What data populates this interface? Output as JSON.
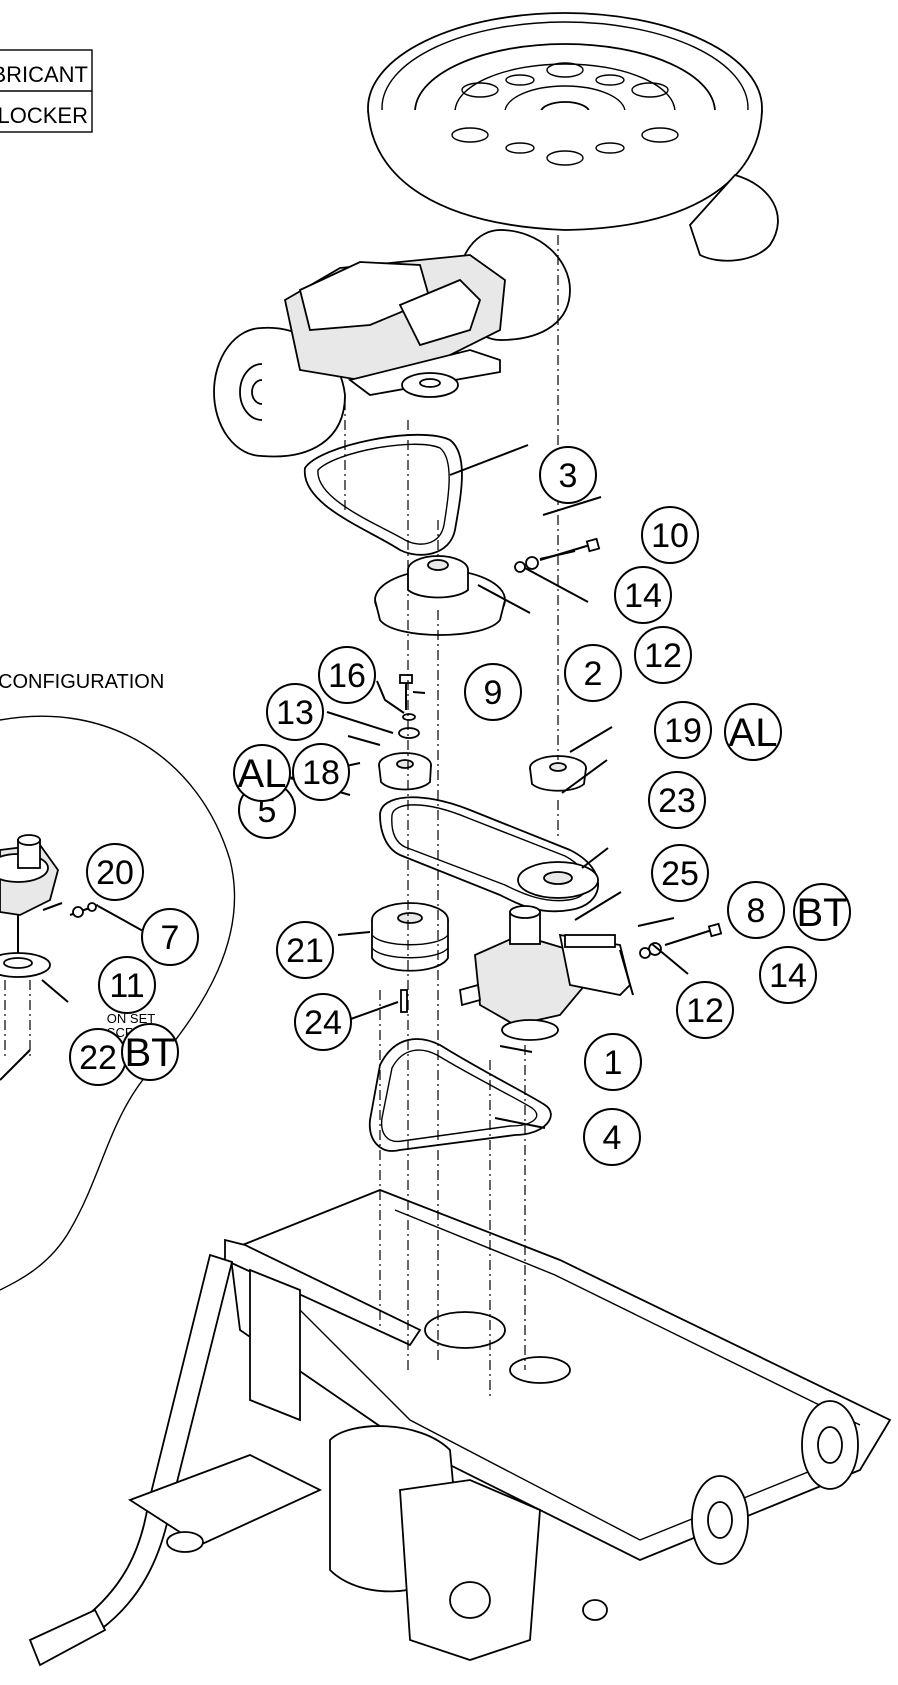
{
  "legend": {
    "line1": "BRICANT",
    "line2": "LOCKER"
  },
  "inset": {
    "title": "CONFIGURATION",
    "set_screw_note_line1": "ON SET",
    "set_screw_note_line2": "SCREW"
  },
  "codes": {
    "al": "AL",
    "bt": "BT"
  },
  "callouts": [
    {
      "id": "c3",
      "label": "3"
    },
    {
      "id": "c10",
      "label": "10"
    },
    {
      "id": "c14a",
      "label": "14"
    },
    {
      "id": "c12a",
      "label": "12"
    },
    {
      "id": "c2",
      "label": "2"
    },
    {
      "id": "c16",
      "label": "16"
    },
    {
      "id": "c9",
      "label": "9"
    },
    {
      "id": "c13",
      "label": "13"
    },
    {
      "id": "c18",
      "label": "18"
    },
    {
      "id": "c19",
      "label": "19"
    },
    {
      "id": "c23",
      "label": "23"
    },
    {
      "id": "c5",
      "label": "5"
    },
    {
      "id": "c25",
      "label": "25"
    },
    {
      "id": "c8",
      "label": "8"
    },
    {
      "id": "c14b",
      "label": "14"
    },
    {
      "id": "c12b",
      "label": "12"
    },
    {
      "id": "c21",
      "label": "21"
    },
    {
      "id": "c24",
      "label": "24"
    },
    {
      "id": "c1",
      "label": "1"
    },
    {
      "id": "c4",
      "label": "4"
    },
    {
      "id": "c20",
      "label": "20"
    },
    {
      "id": "c7",
      "label": "7"
    },
    {
      "id": "c11",
      "label": "11"
    },
    {
      "id": "c22",
      "label": "22"
    }
  ]
}
